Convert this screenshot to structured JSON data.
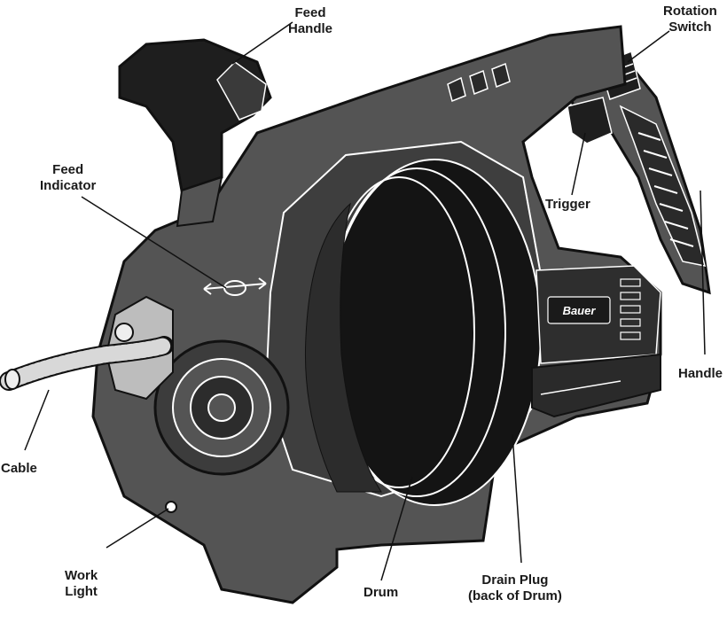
{
  "labels": {
    "feed_handle": [
      "Feed",
      "Handle"
    ],
    "rotation_switch": [
      "Rotation",
      "Switch"
    ],
    "feed_indicator": [
      "Feed",
      "Indicator"
    ],
    "trigger": [
      "Trigger"
    ],
    "handle": [
      "Handle"
    ],
    "cable": [
      "Cable"
    ],
    "work_light": [
      "Work",
      "Light"
    ],
    "drum": [
      "Drum"
    ],
    "drain_plug": [
      "Drain Plug",
      "(back of Drum)"
    ]
  },
  "brand": "Bauer",
  "colors": {
    "body": "#545454",
    "body_dark": "#3a3a3a",
    "drum": "#141414",
    "outline": "#111111",
    "highlight": "#ffffff",
    "leader": "#111111"
  }
}
